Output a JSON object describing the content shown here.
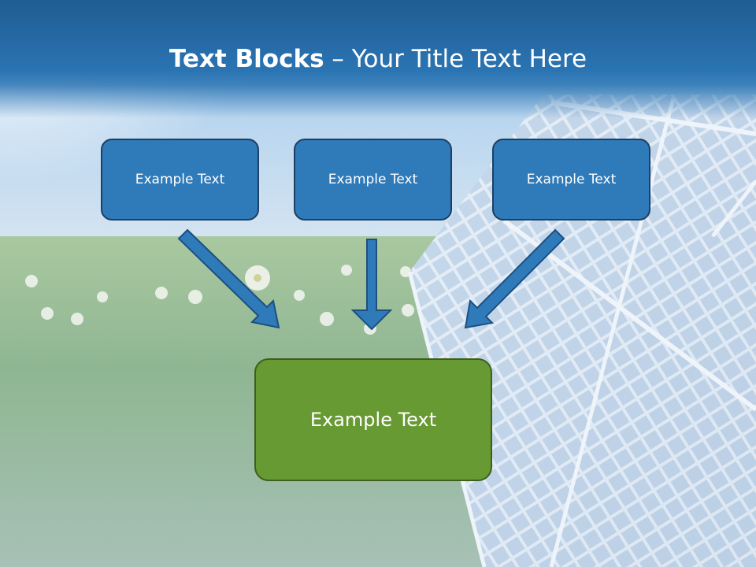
{
  "title": {
    "bold_part": "Text Blocks",
    "rest": " – Your Title Text Here"
  },
  "boxes": [
    {
      "label": "Example Text"
    },
    {
      "label": "Example Text"
    },
    {
      "label": "Example Text"
    }
  ],
  "center_box": {
    "label": "Example Text"
  },
  "colors": {
    "header": "#2a74b3",
    "box_fill": "#2f7ab9",
    "box_border": "#1d3f63",
    "center_fill": "#679a33",
    "center_border": "#3e5e1e",
    "arrow_fill": "#2f7ab9"
  }
}
